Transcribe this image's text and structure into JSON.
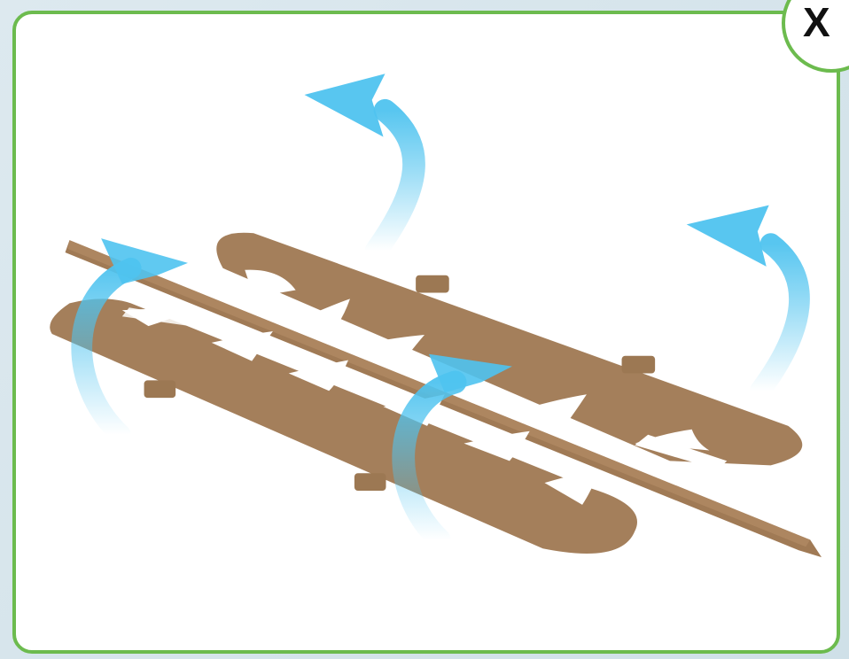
{
  "dialog": {
    "close_label": "X"
  },
  "illustration": {
    "subject": "flat-cardboard-insert",
    "motion_arrows": 4
  },
  "colors": {
    "frame_border": "#6cbb4e",
    "background": "#ffffff",
    "cardboard": "#a47f5b",
    "arrow": "#4fc3ef"
  }
}
